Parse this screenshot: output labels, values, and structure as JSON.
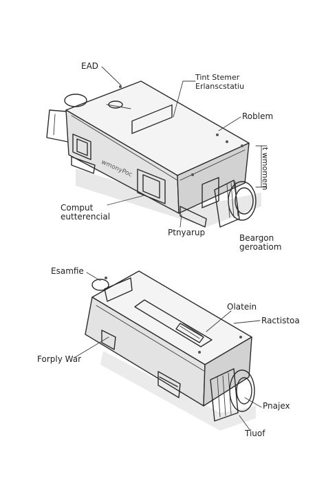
{
  "labels": {
    "top_left": "EAD",
    "top_center_1": "Tint Stemer",
    "top_center_2": "Erlanscstatiu",
    "right_1": "Roblem",
    "right_vertical": "t wmomem",
    "left_mid_1": "Comput",
    "left_mid_2": "eutterencial",
    "bottom_center": "Ptnyarup",
    "right_mid_1": "Beargon",
    "right_mid_2": "geroatiom",
    "side_text": "wmonyPoc",
    "lower_left_1": "Esamfie",
    "lower_right_1": "Olatein",
    "lower_right_2": "Ractistoa",
    "lower_left_2": "Forply War",
    "lower_right_3": "Pnajex",
    "lower_bottom": "Tiuof"
  }
}
